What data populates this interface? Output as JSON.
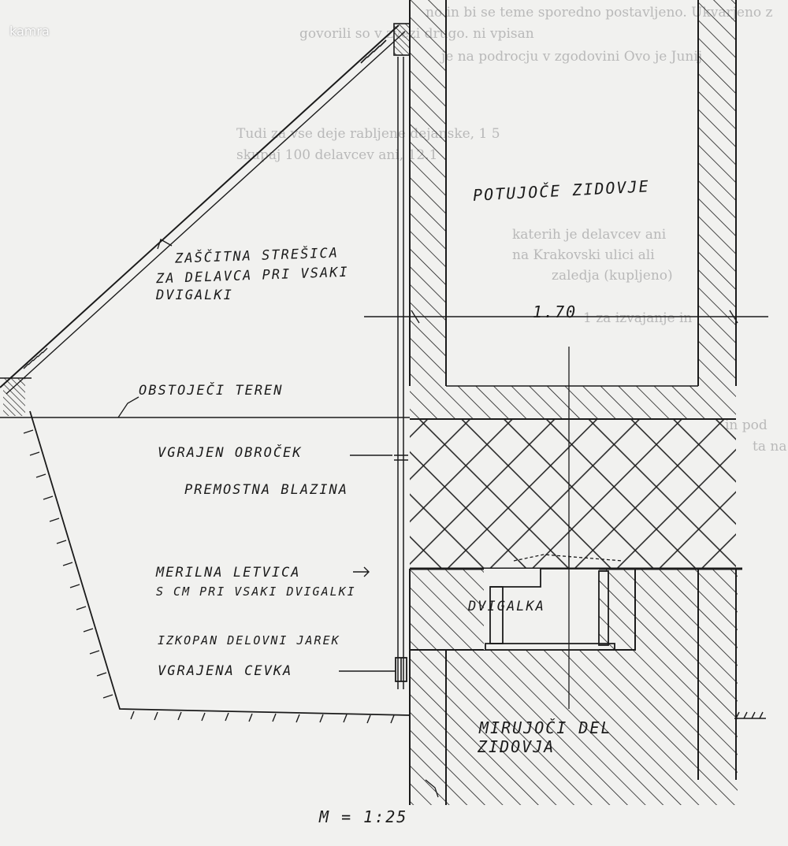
{
  "watermark": "kamra",
  "labels": {
    "roof_line1": "ZAŠČITNA STREŠICA",
    "roof_line2": "ZA DELAVCA PRI VSAKI",
    "roof_line3": "DVIGALKI",
    "moving_walls": "POTUJOČE ZIDOVJE",
    "dimension": "1.70",
    "existing_terrain": "OBSTOJEČI TEREN",
    "built_ring": "VGRAJEN OBROČEK",
    "bridge_cushion": "PREMOSTNA BLAZINA",
    "gauge_line1": "MERILNA LETVICA",
    "gauge_line2": "S CM PRI VSAKI DVIGALKI",
    "jack": "DVIGALKA",
    "excavated_trench": "IZKOPAN DELOVNI JAREK",
    "built_pipe": "VGRAJENA CEVKA",
    "still_part_line1": "MIRUJOČI DEL",
    "still_part_line2": "ZIDOVJA",
    "scale": "M = 1:25"
  },
  "background_text": [
    "no in bi se teme sporedno postavljeno.  Ukvarjeno z",
    "govorili so v zvezi drugo.   ni vpisan",
    "je na podrocju v zgodovini  Ovo je  Junij",
    "Tudi za vse deje rabljene dejanske, 1  5",
    "skupaj 100 delavcev    ani,   12.1",
    "katerih  je  delavcev  ani",
    "na Krakovski ulici ali",
    "zaledja  (kupljeno)",
    "1  za  izvajanje  in",
    "in pod",
    "ta na"
  ],
  "colors": {
    "ink": "#1b1b1b",
    "paper": "#f1f1ef",
    "ghost": "#b9b9b9"
  }
}
